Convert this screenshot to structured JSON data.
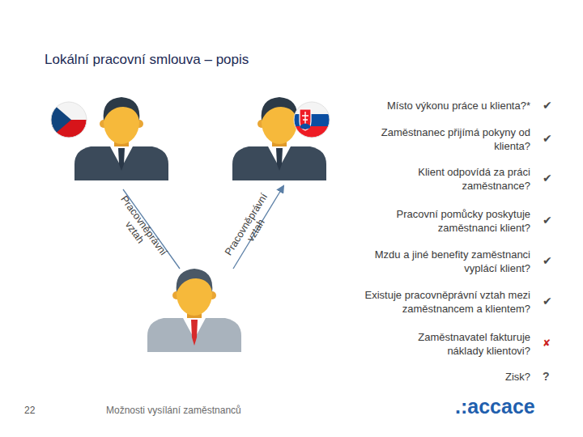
{
  "diagram": {
    "title": "Lokální pracovní smlouva – popis",
    "labels": [
      "Místo výkonu práce u klienta?*",
      "✔",
      "Zaměstnanec přijímá pokyny od klienta?",
      "✔",
      "Klient odpovídá za práci zaměstnance?",
      "✔",
      "Pracovní pomůcky poskytuje zaměstnanci klient?",
      "✔",
      "Mzdu a jiné benefity zaměstnanci vyplácí klient?",
      "✔",
      "Existuje pracovněprávní vztah mezi zaměstnancem a klientem?",
      "✔",
      "Zaměstnavatel fakturuje náklady klientovi?",
      "✘",
      "Zisk?",
      "?",
      "Pracovněprávní vztah",
      "Pracovněprávní vztah",
      "22",
      "Možnosti vysílání zaměstnanců",
      ".:accace"
    ]
  }
}
